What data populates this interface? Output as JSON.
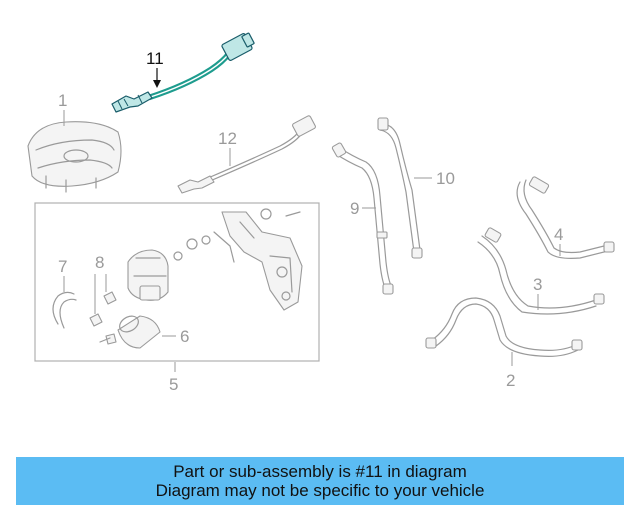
{
  "diagram": {
    "highlight_color": "#1e9c8e",
    "part_color": "#9a9a9a",
    "callouts": [
      "1",
      "2",
      "3",
      "4",
      "5",
      "6",
      "7",
      "8",
      "9",
      "10",
      "11",
      "12"
    ],
    "highlighted_callout": "11"
  },
  "banner": {
    "background": "#5bbcf3",
    "line1": "Part or sub-assembly is #11 in diagram",
    "line2": "Diagram may not be specific to your vehicle"
  }
}
